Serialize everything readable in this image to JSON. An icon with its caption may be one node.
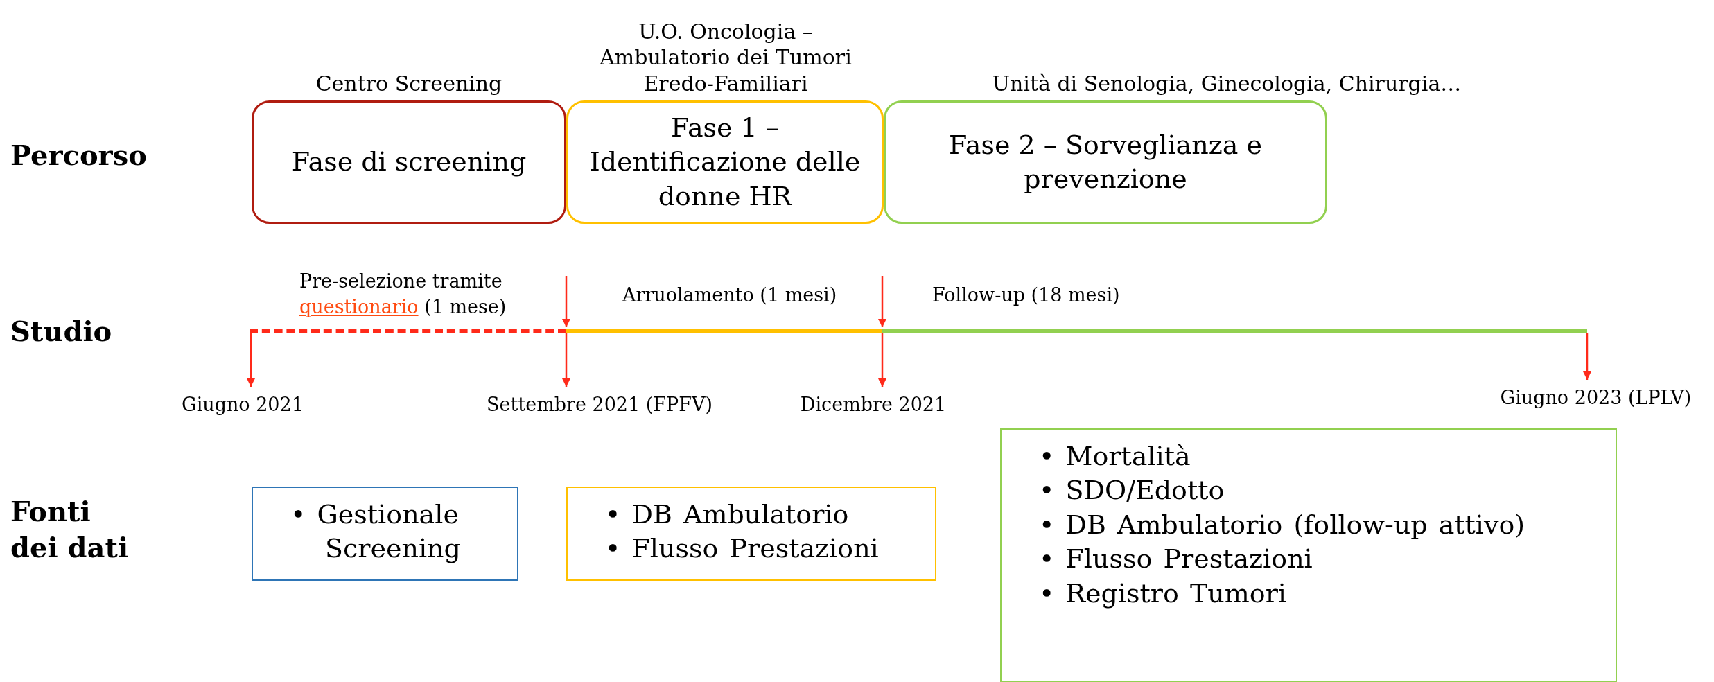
{
  "diagram": {
    "nodes": [
      {
        "text": [
          "Centro Screening",
          "Fase di screening"
        ]
      },
      {
        "text": [
          "U.O. Oncologia – Ambulatorio dei Tumori Eredo-Familiari",
          "Fase 1 – Identificazione delle donne HR"
        ]
      },
      {
        "text": [
          "Unità di Senologia, Ginecologia, Chirurgia…",
          "Fase 2 – Sorveglianza e prevenzione"
        ]
      },
      {
        "text": [],
        "shape": "bar",
        "beside": [
          "Pre-selezione tramite",
          "questionario",
          "(1 mese)"
        ]
      },
      {
        "text": [],
        "shape": "bar",
        "beside": [
          "Arruolamento (1 mesi)"
        ]
      },
      {
        "text": [],
        "shape": "bar",
        "beside": [
          "Follow-up (18 mesi)"
        ]
      },
      {
        "text": [
          "Giugno 2021"
        ]
      },
      {
        "text": [
          "Settembre 2021 (FPFV)"
        ]
      },
      {
        "text": [
          "Dicembre 2021"
        ]
      },
      {
        "text": [
          "Giugno 2023 (LPLV)"
        ]
      },
      {
        "text": [
          "• Gestionale Screening"
        ]
      },
      {
        "text": [
          "• DB Ambulatorio",
          "• Flusso Prestazioni"
        ]
      },
      {
        "text": [
          "• Mortalità",
          "• SDO/Edotto",
          "• DB Ambulatorio (follow-up attivo)",
          "• Flusso Prestazioni",
          "• Registro Tumori"
        ]
      }
    ],
    "edges": [
      {
        "from": null,
        "to": 4,
        "arrow": "to"
      },
      {
        "from": null,
        "to": 5,
        "arrow": "to"
      },
      {
        "from": 3,
        "to": 6,
        "arrow": "to"
      },
      {
        "from": 4,
        "to": 7,
        "arrow": "to"
      },
      {
        "from": 4,
        "to": 8,
        "arrow": "to"
      },
      {
        "from": 5,
        "to": 9,
        "arrow": "to"
      }
    ],
    "labels": [
      "Percorso",
      "Studio",
      "Fonti dei dati"
    ]
  }
}
